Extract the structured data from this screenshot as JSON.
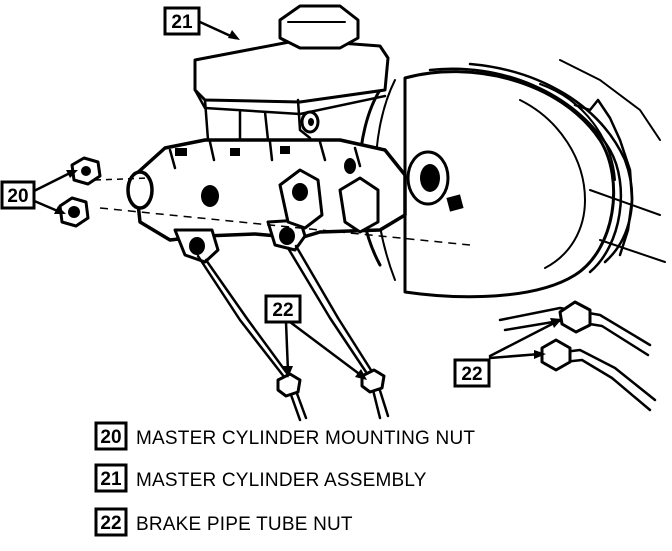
{
  "callouts": {
    "c20": "20",
    "c21": "21",
    "c22_upper": "22",
    "c22_lower": "22"
  },
  "legend": [
    {
      "num": "20",
      "text": "MASTER CYLINDER MOUNTING NUT"
    },
    {
      "num": "21",
      "text": "MASTER CYLINDER ASSEMBLY"
    },
    {
      "num": "22",
      "text": "BRAKE PIPE TUBE NUT"
    }
  ],
  "colors": {
    "ink": "#000000",
    "paper": "#ffffff"
  }
}
